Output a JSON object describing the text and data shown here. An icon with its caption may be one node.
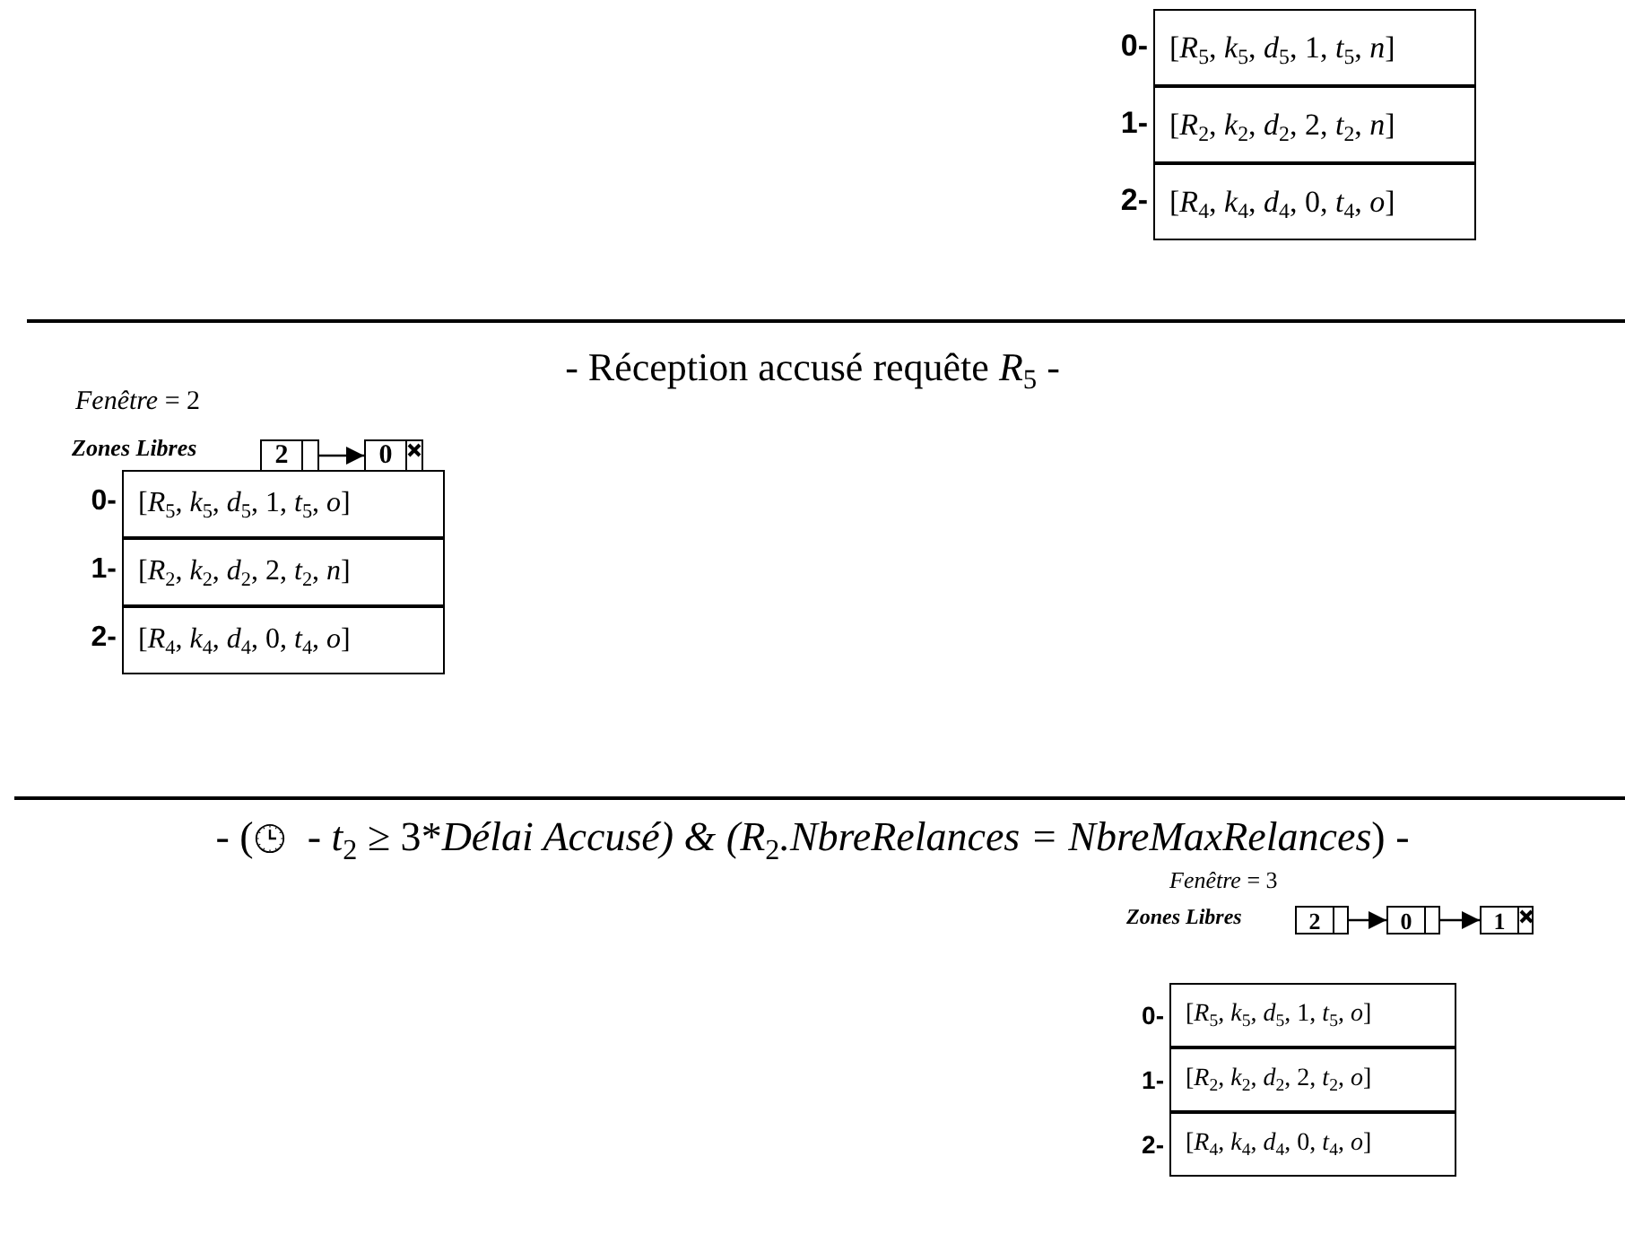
{
  "diagram": {
    "nodes": [
      {
        "text": [
          "[*R*$_{5}$, *k*$_{5}$, *d*$_{5}$, 1, *t*$_{5}$, *n*]"
        ],
        "beside": [
          "0-"
        ]
      },
      {
        "text": [
          "[*R*$_{2}$, *k*$_{2}$, *d*$_{2}$, 2, *t*$_{2}$, *n*]"
        ],
        "beside": [
          "1-"
        ]
      },
      {
        "text": [
          "[*R*$_{4}$, *k*$_{4}$, *d*$_{4}$, 0, *t*$_{4}$, *o*]"
        ],
        "beside": [
          "2-"
        ]
      },
      {
        "text": [
          "2"
        ]
      },
      {
        "text": [
          "0"
        ]
      },
      {
        "text": [
          "[*R*$_{5}$, *k*$_{5}$, *d*$_{5}$, 1, *t*$_{5}$, *o*]"
        ],
        "beside": [
          "0-"
        ]
      },
      {
        "text": [
          "[*R*$_{2}$, *k*$_{2}$, *d*$_{2}$, 2, *t*$_{2}$, *n*]"
        ],
        "beside": [
          "1-"
        ]
      },
      {
        "text": [
          "[*R*$_{4}$, *k*$_{4}$, *d*$_{4}$, 0, *t*$_{4}$, *o*]"
        ],
        "beside": [
          "2-"
        ]
      },
      {
        "text": [
          "2"
        ]
      },
      {
        "text": [
          "0"
        ]
      },
      {
        "text": [
          "1"
        ]
      },
      {
        "text": [
          "[*R*$_{5}$, *k*$_{5}$, *d*$_{5}$, 1, *t*$_{5}$, *o*]"
        ],
        "beside": [
          "0-"
        ]
      },
      {
        "text": [
          "[*R*$_{2}$, *k*$_{2}$, *d*$_{2}$, 2, *t*$_{2}$, *o*]"
        ],
        "beside": [
          "1-"
        ]
      },
      {
        "text": [
          "[*R*$_{4}$, *k*$_{4}$, *d*$_{4}$, 0, *t*$_{4}$, *o*]"
        ],
        "beside": [
          "2-"
        ]
      }
    ],
    "edges": [
      {
        "from": 3,
        "to": 4,
        "arrow": "to"
      },
      {
        "from": 8,
        "to": 9,
        "arrow": "to"
      },
      {
        "from": 9,
        "to": 10,
        "arrow": "to"
      }
    ],
    "labels": [
      "- Réception accusé requête *R*$_{5}$ -",
      "*Fenêtre* = 2",
      "Zones Libres",
      "- (",
      "- *t*$_{2}$ ≥ 3",
      "*",
      "*Délai Accusé) & (R*$_{2}$*.NbreRelances = NbreMaxRelances*) -",
      "*Fenêtre* = 3",
      "Zones Libres"
    ]
  }
}
